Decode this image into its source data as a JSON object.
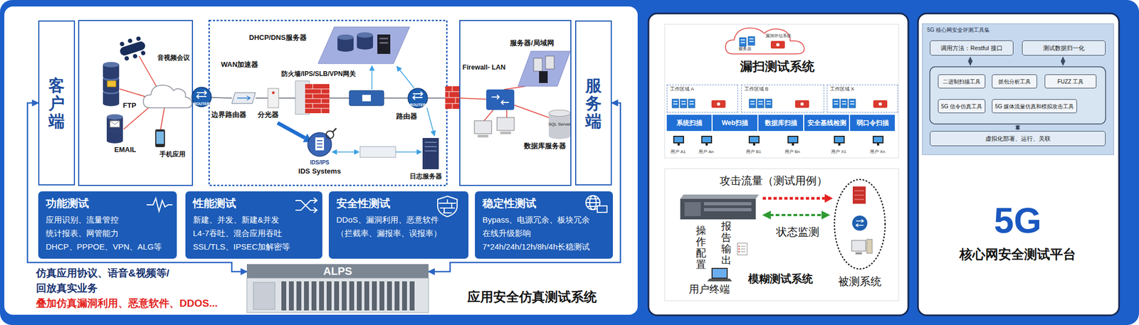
{
  "diagram": {
    "nodes": [
      {
        "text": [
          "客户端"
        ]
      },
      {
        "text": [
          "服务端"
        ]
      },
      {
        "text": [
          "功能测试",
          "应用识别、流量管控",
          "统计报表、网管能力",
          "DHCP、PPPOE、VPN、ALG等"
        ]
      },
      {
        "text": [
          "性能测试",
          "新建、并发、新建&并发",
          "L4-7吞吐、混合应用吞吐",
          "SSL/TLS、IPSEC加解密等"
        ]
      },
      {
        "text": [
          "安全性测试",
          "DDoS、漏洞利用、恶意软件",
          "（拦截率、漏报率、误报率）"
        ]
      },
      {
        "text": [
          "稳定性测试",
          "Bypass、电源冗余、板块冗余",
          "在线升级影响",
          "7*24h/24h/12h/8h/4h长稳测试"
        ]
      },
      {
        "text": [
          "ALPS"
        ]
      },
      {
        "text": [
          "工作区域 A"
        ]
      },
      {
        "text": [
          "工作区域 B"
        ]
      },
      {
        "text": [
          "工作区域 X"
        ]
      },
      {
        "text": [
          "系统扫描"
        ]
      },
      {
        "text": [
          "Web扫描"
        ]
      },
      {
        "text": [
          "数据库扫描"
        ]
      },
      {
        "text": [
          "安全基线检测"
        ]
      },
      {
        "text": [
          "弱口令扫描"
        ]
      },
      {
        "text": [
          "被测系统"
        ]
      },
      {
        "text": [
          "5G 核心网安全评测工具集"
        ]
      },
      {
        "text": [
          "调用方法：Restful 接口"
        ],
        "in": 16
      },
      {
        "text": [
          "测试数据归一化"
        ],
        "in": 16
      },
      {
        "text": [
          "二进制扫描工具"
        ],
        "in": 16
      },
      {
        "text": [
          "抓包分析工具"
        ],
        "in": 16
      },
      {
        "text": [
          "FUZZ 工具"
        ],
        "in": 16
      },
      {
        "text": [
          "5G 信令仿真工具"
        ],
        "in": 16
      },
      {
        "text": [
          "5G 媒体流量仿真和模拟攻击工具"
        ],
        "in": 16
      },
      {
        "text": [
          "虚拟化部署、运行、关联"
        ],
        "in": 16
      }
    ],
    "edges": [
      {
        "from": 6,
        "to": 0,
        "arrow": "both"
      },
      {
        "from": 6,
        "to": 1,
        "arrow": "both"
      }
    ],
    "labels": [
      "音视频会议",
      "FTP",
      "EMAIL",
      "手机应用",
      "ROUTER",
      "边界路由器",
      "WAN加速器",
      "分光器",
      "DHCP/DNS服务器",
      "防火墙/IPS/SLB/VPN网关",
      "ROUTER",
      "路由器",
      "IDS/IPS",
      "IDS Systems",
      "日志服务器",
      "Firewall- LAN",
      "服务器/局域网",
      "SQL Server",
      "数据库服务器",
      "仿真应用协议、语音&视频等/",
      "回放真实业务",
      "叠加仿真漏洞利用、恶意软件、DDOS...",
      "应用安全仿真测试系统",
      "漏洞评估系统",
      "服务器",
      "漏扫测试系统",
      "用户 A1",
      "用户 An",
      "用户 B1",
      "用户 Bn",
      "用户 X1",
      "用户 Xn",
      "攻击流量（测试用例）",
      "状态监测",
      "操作配置",
      "报告输出",
      "用户终端",
      "模糊测试系统",
      "5G",
      "核心网安全测试平台"
    ]
  }
}
